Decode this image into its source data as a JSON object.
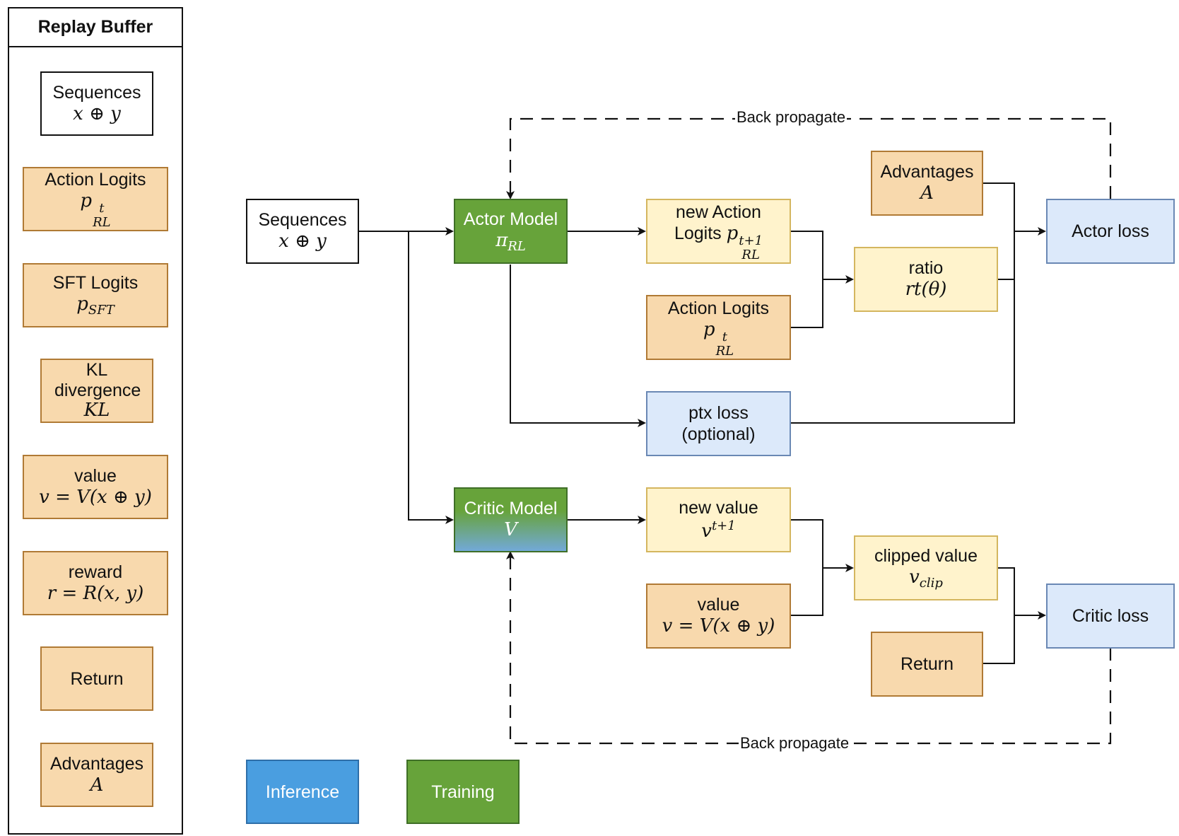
{
  "replay_buffer": {
    "title": "Replay Buffer",
    "items": [
      {
        "label": "Sequences",
        "math": "x ⊕ y"
      },
      {
        "label": "Action Logits",
        "math_base": "p",
        "math_sup": "t",
        "math_sub": "RL"
      },
      {
        "label": "SFT Logits",
        "math_base": "p",
        "math_sub": "SFT"
      },
      {
        "label": "KL divergence",
        "math": "KL"
      },
      {
        "label": "value",
        "math": "v = V(x ⊕ y)"
      },
      {
        "label": "reward",
        "math": "r = R(x, y)"
      },
      {
        "label": "Return"
      },
      {
        "label": "Advantages",
        "math": "A"
      }
    ]
  },
  "main": {
    "sequences": {
      "label": "Sequences",
      "math": "x ⊕ y"
    },
    "actor_model": {
      "label": "Actor Model",
      "math_base": "π",
      "math_sub": "RL"
    },
    "critic_model": {
      "label": "Critic Model",
      "math": "V"
    },
    "new_action_logits": {
      "label_line1": "new Action",
      "label_line2": "Logits",
      "math_base": "p",
      "math_sup": "t+1",
      "math_sub": "RL"
    },
    "action_logits": {
      "label": "Action Logits",
      "math_base": "p",
      "math_sup": "t",
      "math_sub": "RL"
    },
    "advantages": {
      "label": "Advantages",
      "math": "A"
    },
    "ratio": {
      "label": "ratio",
      "math": "rt(θ)"
    },
    "actor_loss": {
      "label": "Actor loss"
    },
    "ptx_loss": {
      "label_line1": "ptx loss",
      "label_line2": "(optional)"
    },
    "new_value": {
      "label": "new value",
      "math_base": "v",
      "math_sup": "t+1"
    },
    "value": {
      "label": "value",
      "math": "v = V(x ⊕ y)"
    },
    "clipped_value": {
      "label": "clipped value",
      "math_base": "v",
      "math_sub": "clip"
    },
    "critic_loss": {
      "label": "Critic loss"
    },
    "return": {
      "label": "Return"
    },
    "back_propagate_top": "Back propagate",
    "back_propagate_bottom": "Back propagate"
  },
  "legend": {
    "inference": "Inference",
    "training": "Training"
  },
  "colors": {
    "experience_fill": "#f8d9ad",
    "intermediate_fill": "#fff3cc",
    "loss_fill": "#dce9fa",
    "training": "#67a33a",
    "inference": "#4a9ee0"
  }
}
